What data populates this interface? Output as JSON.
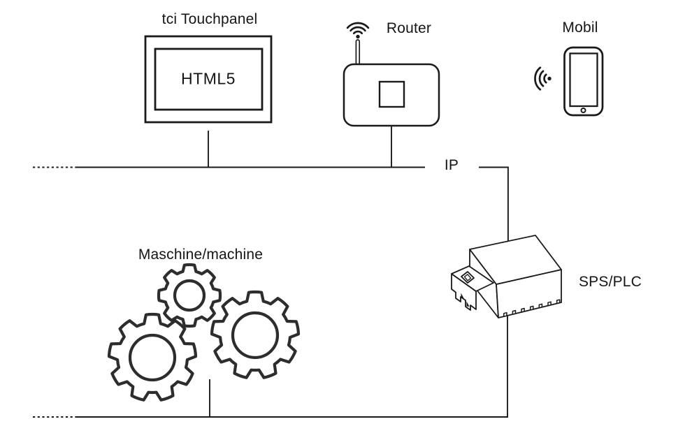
{
  "diagram": {
    "type": "network-topology-diagram",
    "labels": {
      "touchpanel": "tci Touchpanel",
      "screen": "HTML5",
      "router": "Router",
      "mobile": "Mobil",
      "network": "IP",
      "machine": "Maschine/machine",
      "plc": "SPS/PLC"
    },
    "icons": {
      "touchpanel": "monitor-icon",
      "router": "router-icon",
      "router_signal": "wifi-icon",
      "mobile": "smartphone-icon",
      "mobile_signal": "signal-waves-icon",
      "machine": "gears-icon",
      "plc": "plc-module-icon"
    },
    "colors": {
      "line": "#1a1a1a",
      "gear_line": "#2d2d2d",
      "text": "#151515",
      "background": "#ffffff"
    }
  }
}
